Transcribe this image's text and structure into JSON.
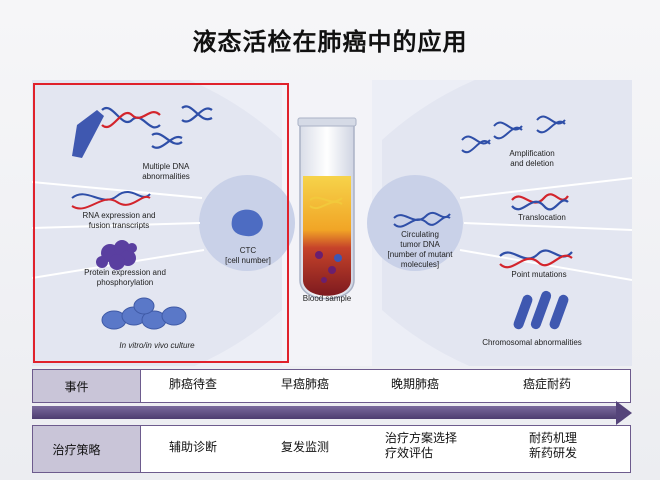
{
  "title": "液态活检在肺癌中的应用",
  "figure": {
    "left": {
      "center": "CTC\n[cell number]",
      "items": [
        "Multiple DNA\nabnormalities",
        "RNA expression and\nfusion transcripts",
        "Protein expression and\nphosphorylation",
        "In vitro/in vivo culture"
      ]
    },
    "middle": "Blood sample",
    "right": {
      "center": "Circulating\ntumor DNA\n[number of mutant\nmolecules]",
      "items": [
        "Amplification\nand deletion",
        "Translocation",
        "Point mutations",
        "Chromosomal abnormalities"
      ]
    }
  },
  "table": {
    "row1_header": "事件",
    "row1": [
      "肺癌待查",
      "早癌肺癌",
      "晚期肺癌",
      "癌症耐药"
    ],
    "row2_header": "治疗策略",
    "row2": [
      "辅助诊断",
      "复发监测",
      "治疗方案选择\n疗效评估",
      "耐药机理\n新药研发"
    ]
  },
  "colors": {
    "highlight_box": "#e0212b",
    "arrow": "#55447a",
    "header_cell": "#c9c5d8",
    "dna_blue": "#2f4fa8",
    "dna_red": "#d3242c",
    "cell_blue": "#5a78c8"
  }
}
